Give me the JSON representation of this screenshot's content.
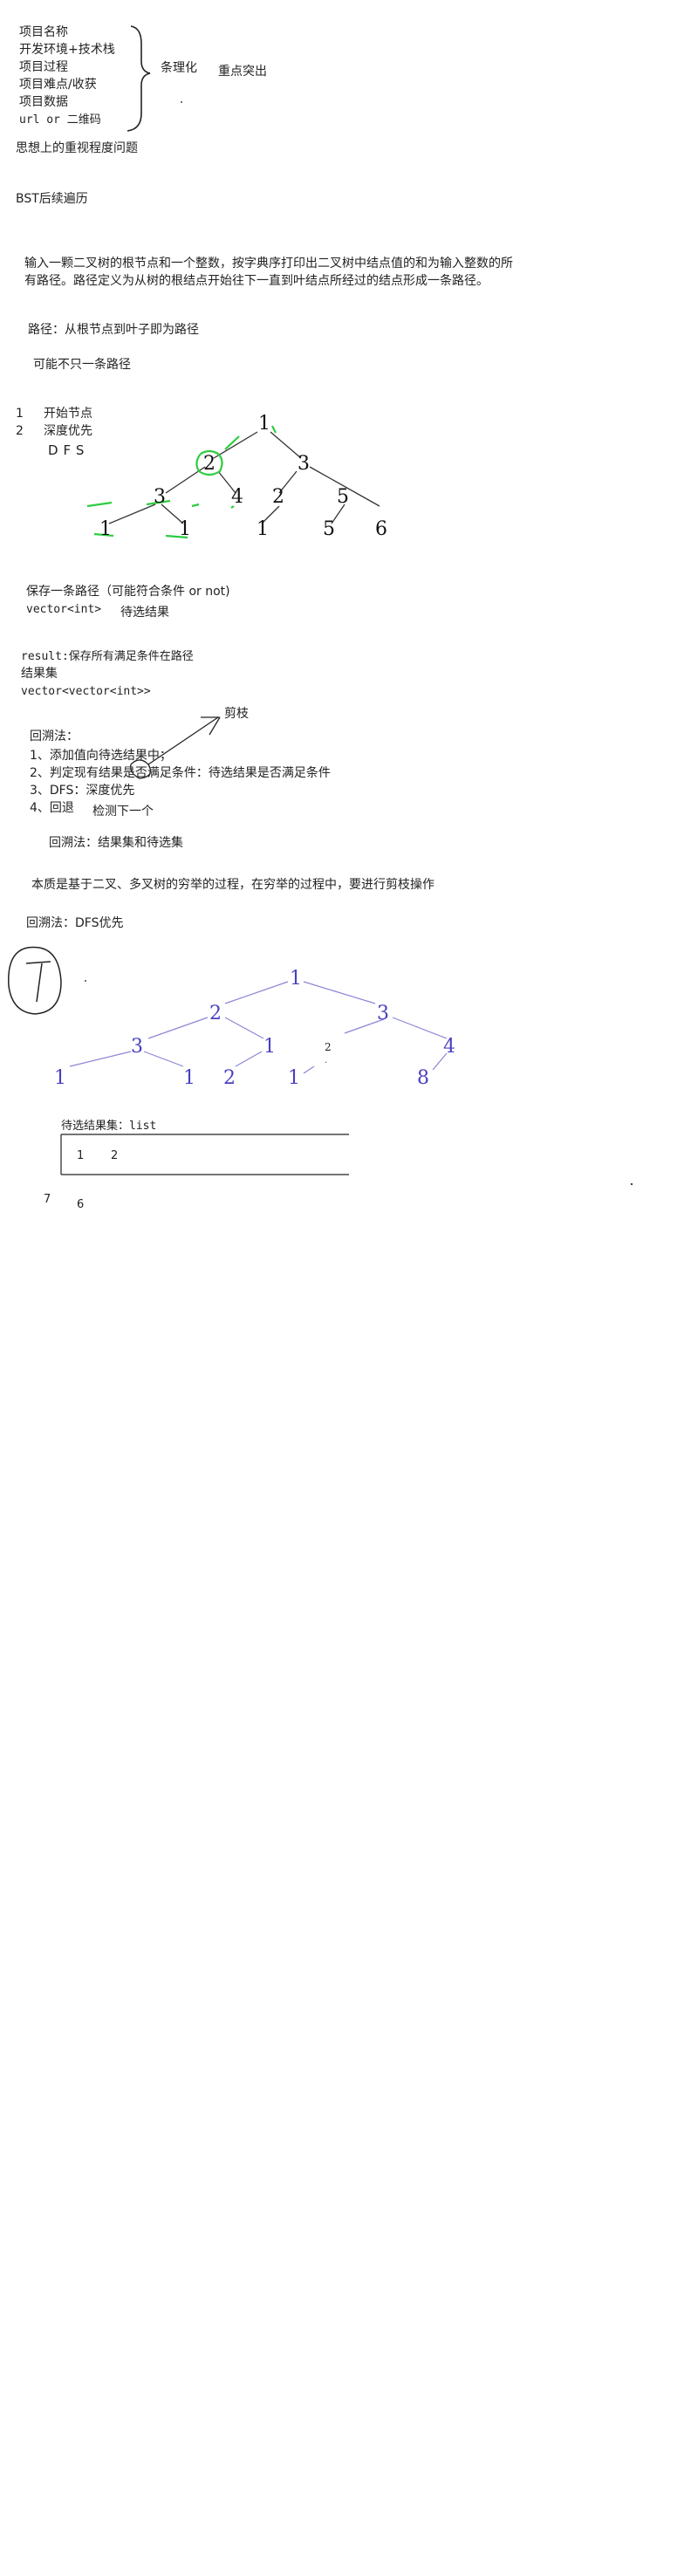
{
  "section1": {
    "items": [
      "项目名称",
      "开发环境+技术栈",
      "项目过程",
      "项目难点/收获",
      "项目数据",
      "url or 二维码"
    ],
    "label_organize": "条理化",
    "label_emphasis": "重点突出",
    "footer": "思想上的重视程度问题"
  },
  "bst_title": "BST后续遍历",
  "problem": {
    "line1": "输入一颗二叉树的根节点和一个整数，按字典序打印出二叉树中结点值的和为输入整数的所",
    "line2": "有路径。路径定义为从树的根结点开始往下一直到叶结点所经过的结点形成一条路径。"
  },
  "path_def": "路径：从根节点到叶子即为路径",
  "path_multi": "可能不只一条路径",
  "steps": {
    "n1": "1",
    "s1": "开始节点",
    "n2": "2",
    "s2": "深度优先",
    "dfs": "DFS"
  },
  "tree1": {
    "nodes": [
      "1",
      "2",
      "3",
      "3",
      "4",
      "2",
      "5",
      "1",
      "1",
      "1",
      "5",
      "6"
    ]
  },
  "save_path": {
    "line1": "保存一条路径（可能符合条件 or not)",
    "line2": "vector<int>",
    "note": "待选结果"
  },
  "result": {
    "line1": "result:保存所有满足条件在路径",
    "line2": "结果集",
    "line3": "vector<vector<int>>"
  },
  "backtrack": {
    "prune": "剪枝",
    "title": "回溯法：",
    "items": [
      "1、添加值向待选结果中；",
      "2、判定现有结果是否满足条件：待选结果是否满足条件",
      "3、DFS：深度优先",
      "4、回退"
    ],
    "check_next": "检测下一个",
    "summary": "回溯法：结果集和待选集"
  },
  "essence": "本质是基于二叉、多叉树的穷举的过程，在穷举的过程中，要进行剪枝操作",
  "backtrack_dfs": "回溯法：DFS优先",
  "tree2": {
    "nodes": [
      "1",
      "2",
      "3",
      "3",
      "1",
      "4",
      "1",
      "1",
      "2",
      "1",
      "8",
      "2"
    ],
    "color": "#4a40c0"
  },
  "candidate": {
    "title": "待选结果集：list",
    "values": [
      "1",
      "2"
    ]
  },
  "stray": {
    "seven": "7",
    "six": "6"
  }
}
